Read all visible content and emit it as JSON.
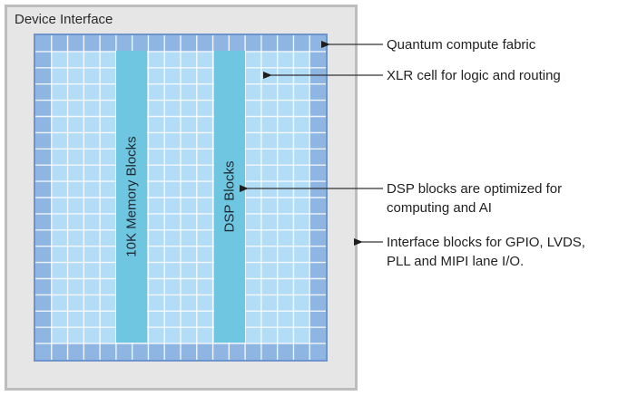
{
  "diagram": {
    "outer_title": "Device Interface",
    "blocks": [
      {
        "id": "memory",
        "label": "10K Memory Blocks"
      },
      {
        "id": "dsp",
        "label": "DSP Blocks"
      }
    ],
    "grid": {
      "columns": 18,
      "rows": 20
    },
    "colors": {
      "outer_fill": "#e6e6e6",
      "outer_border": "#bdbdbd",
      "interface_cell": "#8fb6e3",
      "fabric_border": "#6f93cc",
      "logic_cell": "#b3dcf6",
      "special_block": "#6fc6e0",
      "grid_line": "#ffffff"
    },
    "callouts": [
      {
        "id": "quantum",
        "lines": [
          "Quantum compute fabric"
        ]
      },
      {
        "id": "xlr",
        "lines": [
          "XLR cell for logic and routing"
        ]
      },
      {
        "id": "dsp",
        "lines": [
          "DSP blocks are optimized for",
          "computing and AI"
        ]
      },
      {
        "id": "interface",
        "lines": [
          "Interface blocks for GPIO, LVDS,",
          "PLL and MIPI lane I/O."
        ]
      }
    ]
  }
}
